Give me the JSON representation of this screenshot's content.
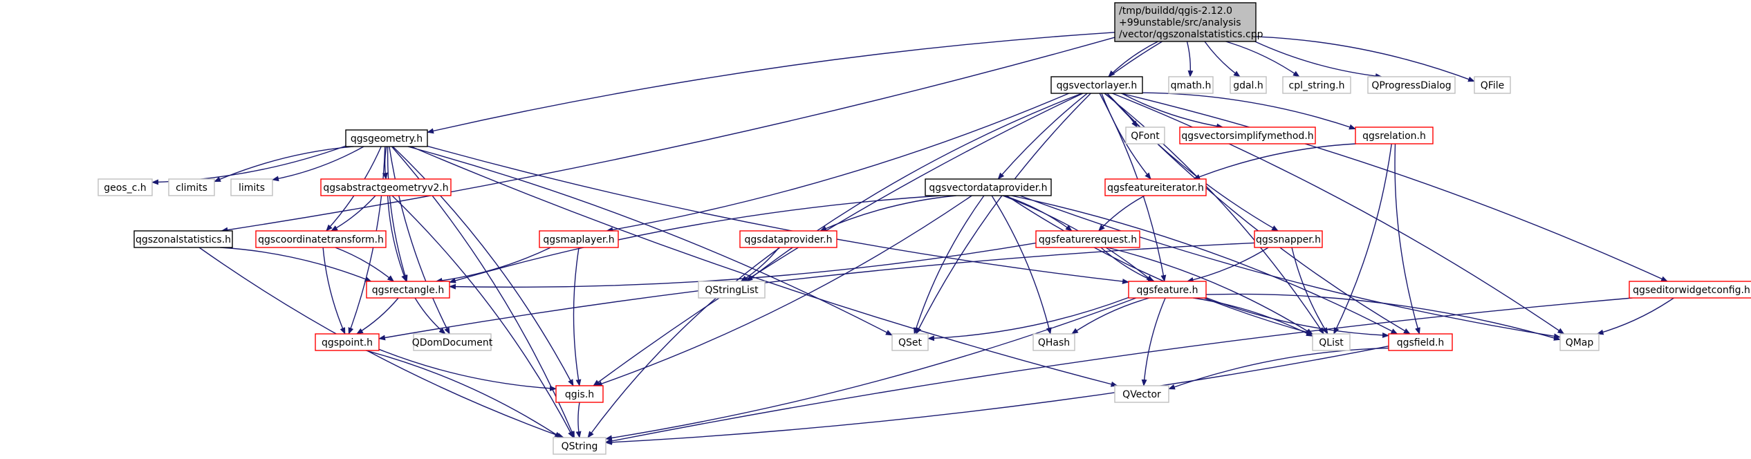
{
  "colors": {
    "edge": "#191970",
    "root_fill": "#bfbfbf",
    "border_black": "#000000",
    "border_red": "#ff0000",
    "border_grey": "#bfbfbf",
    "text": "#000000"
  },
  "nodes": {
    "root": {
      "lines": [
        "/tmp/buildd/qgis-2.12.0",
        "+99unstable/src/analysis",
        "/vector/qgszonalstatistics.cpp"
      ],
      "style": "root"
    },
    "qgsvectorlayer": {
      "lines": [
        "qgsvectorlayer.h"
      ],
      "style": "black"
    },
    "qmath": {
      "lines": [
        "qmath.h"
      ],
      "style": "grey"
    },
    "gdal": {
      "lines": [
        "gdal.h"
      ],
      "style": "grey"
    },
    "cpl_string": {
      "lines": [
        "cpl_string.h"
      ],
      "style": "grey"
    },
    "qprogressdialog": {
      "lines": [
        "QProgressDialog"
      ],
      "style": "grey"
    },
    "qfile": {
      "lines": [
        "QFile"
      ],
      "style": "grey"
    },
    "qgsgeometry": {
      "lines": [
        "qgsgeometry.h"
      ],
      "style": "black"
    },
    "qfont": {
      "lines": [
        "QFont"
      ],
      "style": "grey"
    },
    "qgsvectorsimplifymethod": {
      "lines": [
        "qgsvectorsimplifymethod.h"
      ],
      "style": "red"
    },
    "qgsrelation": {
      "lines": [
        "qgsrelation.h"
      ],
      "style": "red"
    },
    "geos_c": {
      "lines": [
        "geos_c.h"
      ],
      "style": "grey"
    },
    "climits": {
      "lines": [
        "climits"
      ],
      "style": "grey"
    },
    "limits": {
      "lines": [
        "limits"
      ],
      "style": "grey"
    },
    "qgsabstractgeometryv2": {
      "lines": [
        "qgsabstractgeometryv2.h"
      ],
      "style": "red"
    },
    "qgsvectordataprovider": {
      "lines": [
        "qgsvectordataprovider.h"
      ],
      "style": "black"
    },
    "qgsfeatureiterator": {
      "lines": [
        "qgsfeatureiterator.h"
      ],
      "style": "red"
    },
    "qgszonalstatistics": {
      "lines": [
        "qgszonalstatistics.h"
      ],
      "style": "black"
    },
    "qgscoordinatetransform": {
      "lines": [
        "qgscoordinatetransform.h"
      ],
      "style": "red"
    },
    "qgsmaplayer": {
      "lines": [
        "qgsmaplayer.h"
      ],
      "style": "red"
    },
    "qgsdataprovider": {
      "lines": [
        "qgsdataprovider.h"
      ],
      "style": "red"
    },
    "qgsfeaturerequest": {
      "lines": [
        "qgsfeaturerequest.h"
      ],
      "style": "red"
    },
    "qgssnapper": {
      "lines": [
        "qgssnapper.h"
      ],
      "style": "red"
    },
    "qgseditorwidgetconfig": {
      "lines": [
        "qgseditorwidgetconfig.h"
      ],
      "style": "red"
    },
    "qgsrectangle": {
      "lines": [
        "qgsrectangle.h"
      ],
      "style": "red"
    },
    "qstringlist": {
      "lines": [
        "QStringList"
      ],
      "style": "grey"
    },
    "qgsfeature": {
      "lines": [
        "qgsfeature.h"
      ],
      "style": "red"
    },
    "qgspoint": {
      "lines": [
        "qgspoint.h"
      ],
      "style": "red"
    },
    "qdomdocument": {
      "lines": [
        "QDomDocument"
      ],
      "style": "grey"
    },
    "qset": {
      "lines": [
        "QSet"
      ],
      "style": "grey"
    },
    "qhash": {
      "lines": [
        "QHash"
      ],
      "style": "grey"
    },
    "qlist": {
      "lines": [
        "QList"
      ],
      "style": "grey"
    },
    "qgsfield": {
      "lines": [
        "qgsfield.h"
      ],
      "style": "red"
    },
    "qmap": {
      "lines": [
        "QMap"
      ],
      "style": "grey"
    },
    "qgis": {
      "lines": [
        "qgis.h"
      ],
      "style": "red"
    },
    "qvector": {
      "lines": [
        "QVector"
      ],
      "style": "grey"
    },
    "qstring": {
      "lines": [
        "QString"
      ],
      "style": "grey"
    }
  },
  "edges": [
    [
      "root",
      "qgsvectorlayer"
    ],
    [
      "root",
      "qmath"
    ],
    [
      "root",
      "gdal"
    ],
    [
      "root",
      "cpl_string"
    ],
    [
      "root",
      "qprogressdialog"
    ],
    [
      "root",
      "qfile"
    ],
    [
      "root",
      "qgsgeometry"
    ],
    [
      "root",
      "qgszonalstatistics"
    ],
    [
      "root",
      "qgsvectordataprovider"
    ],
    [
      "qgsvectorlayer",
      "qfont"
    ],
    [
      "qgsvectorlayer",
      "qgsvectorsimplifymethod"
    ],
    [
      "qgsvectorlayer",
      "qgsrelation"
    ],
    [
      "qgsvectorlayer",
      "qgsfeatureiterator"
    ],
    [
      "qgsvectorlayer",
      "qgsmaplayer"
    ],
    [
      "qgsvectorlayer",
      "qgssnapper"
    ],
    [
      "qgsvectorlayer",
      "qgseditorwidgetconfig"
    ],
    [
      "qgsvectorlayer",
      "qstringlist"
    ],
    [
      "qgsvectorlayer",
      "qgsfeature"
    ],
    [
      "qgsvectorlayer",
      "qset"
    ],
    [
      "qgsvectorlayer",
      "qlist"
    ],
    [
      "qgsvectorlayer",
      "qgsfield"
    ],
    [
      "qgsvectorlayer",
      "qmap"
    ],
    [
      "qgsvectorlayer",
      "qgis"
    ],
    [
      "qgsgeometry",
      "geos_c"
    ],
    [
      "qgsgeometry",
      "climits"
    ],
    [
      "qgsgeometry",
      "limits"
    ],
    [
      "qgsgeometry",
      "qgsabstractgeometryv2"
    ],
    [
      "qgsgeometry",
      "qgscoordinatetransform"
    ],
    [
      "qgsgeometry",
      "qgsrectangle"
    ],
    [
      "qgsgeometry",
      "qgspoint"
    ],
    [
      "qgsgeometry",
      "qdomdocument"
    ],
    [
      "qgsgeometry",
      "qset"
    ],
    [
      "qgsgeometry",
      "qgsfeature"
    ],
    [
      "qgsgeometry",
      "qgis"
    ],
    [
      "qgsgeometry",
      "qvector"
    ],
    [
      "qgsgeometry",
      "qstring"
    ],
    [
      "qgsrelation",
      "qgsfeatureiterator"
    ],
    [
      "qgsrelation",
      "qlist"
    ],
    [
      "qgsrelation",
      "qgsfield"
    ],
    [
      "qgsabstractgeometryv2",
      "qgscoordinatetransform"
    ],
    [
      "qgsabstractgeometryv2",
      "qgsrectangle"
    ],
    [
      "qgsabstractgeometryv2",
      "qstring"
    ],
    [
      "qgsvectordataprovider",
      "qgsdataprovider"
    ],
    [
      "qgsvectordataprovider",
      "qgsfeaturerequest"
    ],
    [
      "qgsvectordataprovider",
      "qgsrectangle"
    ],
    [
      "qgsvectordataprovider",
      "qgsfeature"
    ],
    [
      "qgsvectordataprovider",
      "qset"
    ],
    [
      "qgsvectordataprovider",
      "qhash"
    ],
    [
      "qgsvectordataprovider",
      "qlist"
    ],
    [
      "qgsvectordataprovider",
      "qgsfield"
    ],
    [
      "qgsvectordataprovider",
      "qmap"
    ],
    [
      "qgsvectordataprovider",
      "qgis"
    ],
    [
      "qgsfeatureiterator",
      "qgsfeaturerequest"
    ],
    [
      "qgszonalstatistics",
      "qgsrectangle"
    ],
    [
      "qgszonalstatistics",
      "qstring"
    ],
    [
      "qgscoordinatetransform",
      "qgsrectangle"
    ],
    [
      "qgscoordinatetransform",
      "qgspoint"
    ],
    [
      "qgsmaplayer",
      "qgsrectangle"
    ],
    [
      "qgsmaplayer",
      "qgis"
    ],
    [
      "qgsdataprovider",
      "qstringlist"
    ],
    [
      "qgsdataprovider",
      "qstring"
    ],
    [
      "qgsfeaturerequest",
      "qgsrectangle"
    ],
    [
      "qgsfeaturerequest",
      "qgsfeature"
    ],
    [
      "qgsfeaturerequest",
      "qlist"
    ],
    [
      "qgssnapper",
      "qgspoint"
    ],
    [
      "qgssnapper",
      "qgsfeature"
    ],
    [
      "qgssnapper",
      "qlist"
    ],
    [
      "qgseditorwidgetconfig",
      "qmap"
    ],
    [
      "qgseditorwidgetconfig",
      "qstring"
    ],
    [
      "qgsrectangle",
      "qgspoint"
    ],
    [
      "qgsrectangle",
      "qdomdocument"
    ],
    [
      "qgsfeature",
      "qset"
    ],
    [
      "qgsfeature",
      "qhash"
    ],
    [
      "qgsfeature",
      "qlist"
    ],
    [
      "qgsfeature",
      "qgsfield"
    ],
    [
      "qgsfeature",
      "qmap"
    ],
    [
      "qgsfeature",
      "qvector"
    ],
    [
      "qgsfeature",
      "qstring"
    ],
    [
      "qgspoint",
      "qgis"
    ],
    [
      "qgspoint",
      "qstring"
    ],
    [
      "qgsfield",
      "qvector"
    ],
    [
      "qgsfield",
      "qstring"
    ],
    [
      "qgis",
      "qstring"
    ]
  ]
}
